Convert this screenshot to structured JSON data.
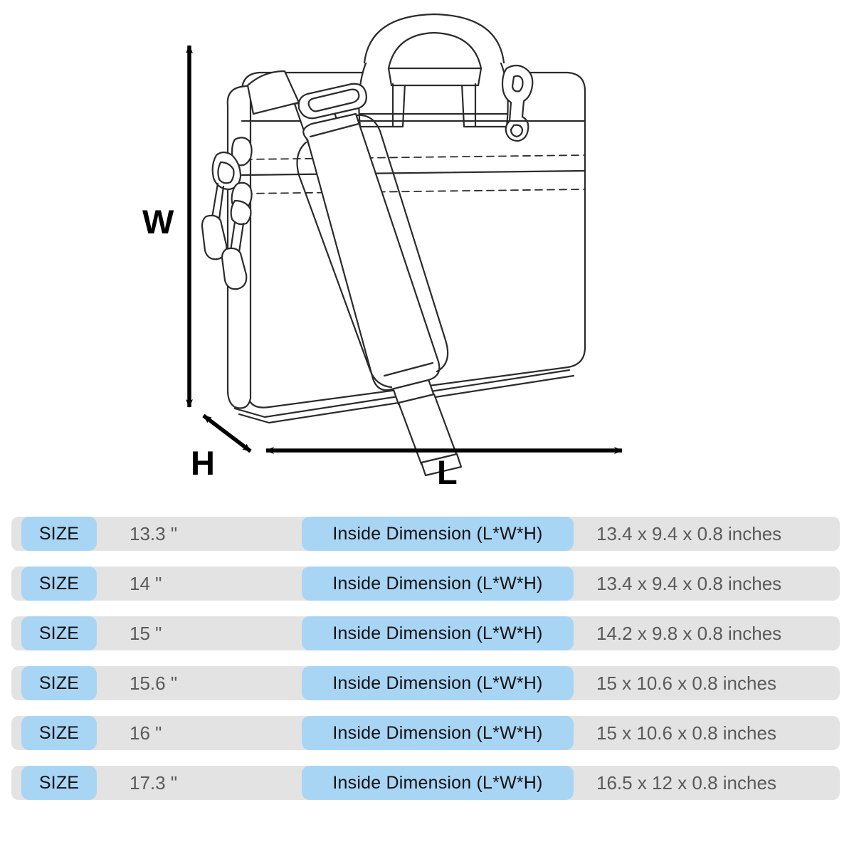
{
  "diagram": {
    "title": "laptop-bag-dimension-diagram",
    "labels": {
      "width": "W",
      "height": "H",
      "length": "L"
    },
    "line_color": "#2b2b2b",
    "arrow_color": "#000000",
    "fill_color": "#ffffff"
  },
  "table": {
    "colors": {
      "pill": "#a9d5f5",
      "row": "#e3e3e3",
      "value_text": "#5a5a5a",
      "pill_text": "#111111"
    },
    "rows": [
      {
        "size_label": "SIZE",
        "size_value": "13.3 \"",
        "dimension_label": "Inside Dimension (L*W*H)",
        "dimension_value": "13.4 x 9.4 x 0.8 inches"
      },
      {
        "size_label": "SIZE",
        "size_value": "14 \"",
        "dimension_label": "Inside Dimension (L*W*H)",
        "dimension_value": "13.4 x 9.4 x 0.8 inches"
      },
      {
        "size_label": "SIZE",
        "size_value": "15 \"",
        "dimension_label": "Inside Dimension (L*W*H)",
        "dimension_value": "14.2 x 9.8 x 0.8 inches"
      },
      {
        "size_label": "SIZE",
        "size_value": "15.6 \"",
        "dimension_label": "Inside Dimension (L*W*H)",
        "dimension_value": "15 x 10.6 x 0.8 inches"
      },
      {
        "size_label": "SIZE",
        "size_value": "16 \"",
        "dimension_label": "Inside Dimension (L*W*H)",
        "dimension_value": "15 x 10.6 x 0.8 inches"
      },
      {
        "size_label": "SIZE",
        "size_value": "17.3 \"",
        "dimension_label": "Inside Dimension (L*W*H)",
        "dimension_value": "16.5 x 12 x 0.8 inches"
      }
    ]
  }
}
